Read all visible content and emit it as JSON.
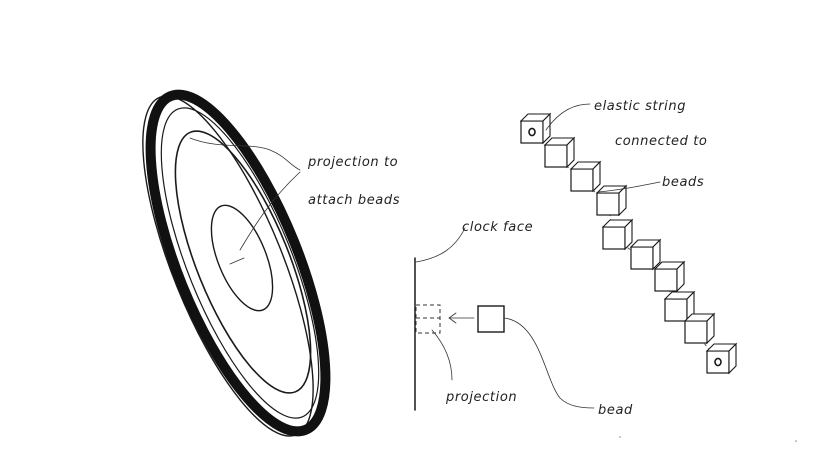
{
  "labels": {
    "projection_to": "projection to",
    "attach_beads": "attach beads",
    "elastic_string": "elastic string",
    "connected_to": "connected to",
    "beads": "beads",
    "clock_face": "clock face",
    "projection": "projection",
    "bead": "bead"
  },
  "ink_color": "#1a1a1a",
  "bead_chain_count": 10
}
